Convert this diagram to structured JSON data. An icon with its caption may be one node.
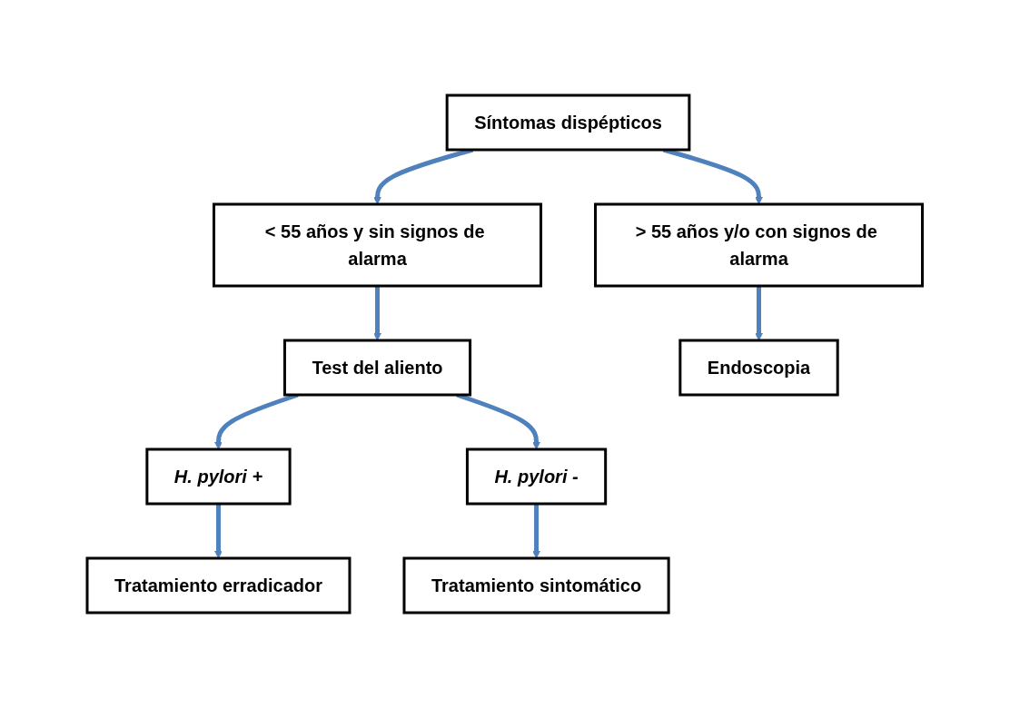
{
  "diagram": {
    "nodes": [
      {
        "text": [
          "Síntomas dispépticos"
        ]
      },
      {
        "text": [
          "< 55 años y sin signos de alarma"
        ]
      },
      {
        "text": [
          "> 55 años y/o con signos de alarma"
        ]
      },
      {
        "text": [
          "Test del aliento"
        ]
      },
      {
        "text": [
          "Endoscopia"
        ]
      },
      {
        "text": [
          "H. pylori +"
        ]
      },
      {
        "text": [
          "H. pylori -"
        ]
      },
      {
        "text": [
          "Tratamiento erradicador"
        ]
      },
      {
        "text": [
          "Tratamiento sintomático"
        ]
      }
    ],
    "edges": [
      {
        "from": 0,
        "to": 1,
        "arrow": "to"
      },
      {
        "from": 0,
        "to": 2,
        "arrow": "to"
      },
      {
        "from": 1,
        "to": 3,
        "arrow": "to"
      },
      {
        "from": 2,
        "to": 4,
        "arrow": "to"
      },
      {
        "from": 3,
        "to": 5,
        "arrow": "to"
      },
      {
        "from": 3,
        "to": 6,
        "arrow": "to"
      },
      {
        "from": 5,
        "to": 7,
        "arrow": "to"
      },
      {
        "from": 6,
        "to": 8,
        "arrow": "to"
      }
    ]
  }
}
